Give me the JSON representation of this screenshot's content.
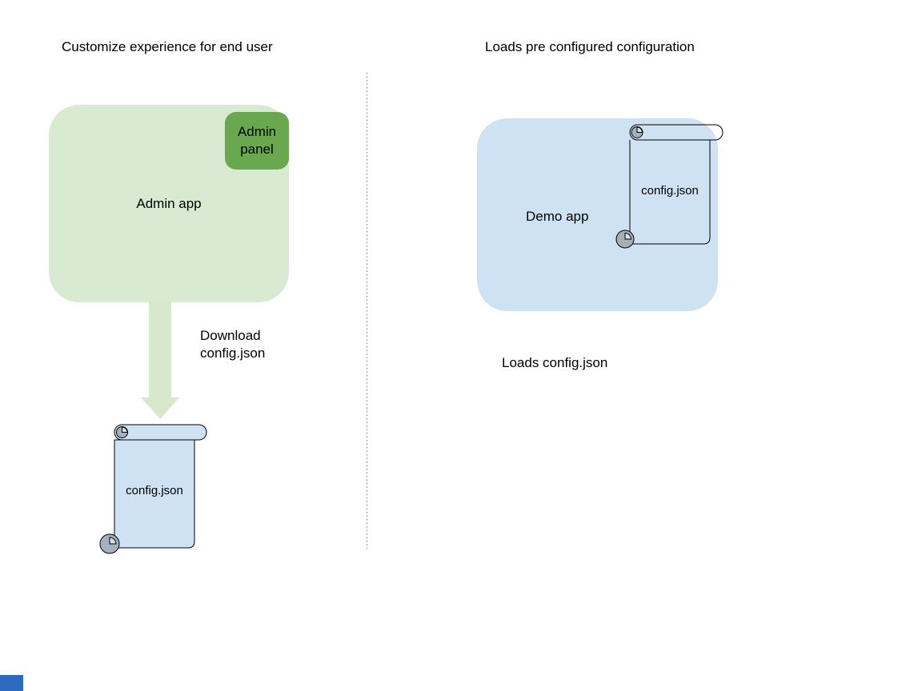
{
  "left_section": {
    "title": "Customize experience for end user",
    "admin_app": {
      "label": "Admin app",
      "fill": "#d9ead3"
    },
    "admin_panel": {
      "label": "Admin panel",
      "fill": "#6aa84f"
    },
    "download_arrow": {
      "label": "Download config.json",
      "fill": "#d8e9cb"
    },
    "config_file": {
      "label": "config.json",
      "fill": "#cfe2f3",
      "curl_fill": "#a3b2c0",
      "stroke": "#000000"
    }
  },
  "right_section": {
    "title": "Loads pre configured configuration",
    "demo_app": {
      "label": "Demo app",
      "fill": "#cfe2f3"
    },
    "config_file": {
      "label": "config.json",
      "fill": "none",
      "curl_fill": "#a6aeb6",
      "stroke": "#000000"
    },
    "caption": "Loads config.json"
  },
  "divider": {
    "style": "dotted",
    "color": "#757575"
  },
  "decor": {
    "corner_square_color": "#2d6bc0"
  }
}
